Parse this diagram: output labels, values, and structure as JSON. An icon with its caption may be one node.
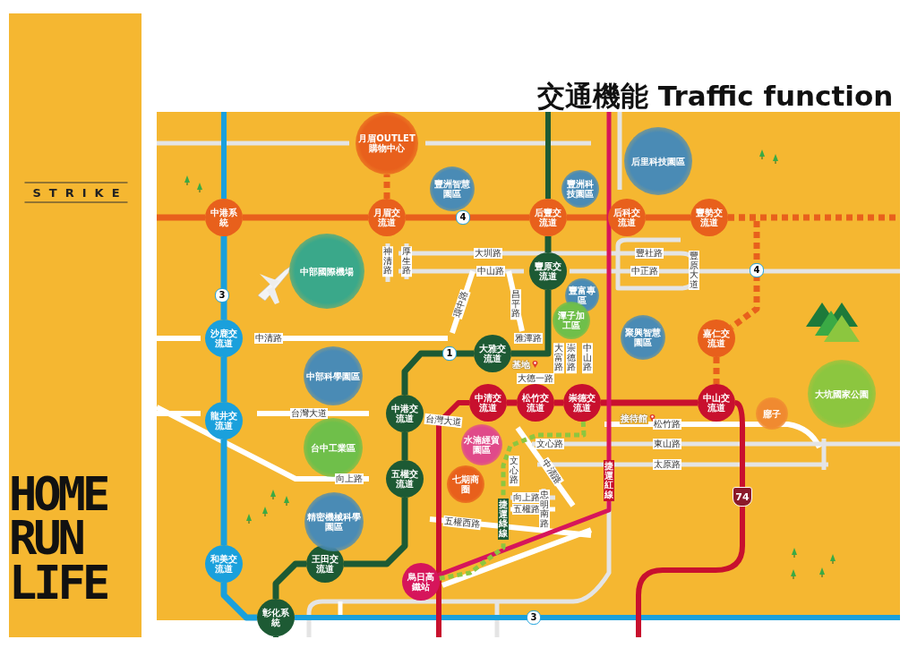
{
  "diagram": {
    "title": "交通機能 Traffic function",
    "nodes": [
      {
        "text": [
          "中港系統"
        ]
      },
      {
        "text": [
          "月眉交流道"
        ]
      },
      {
        "text": [
          "后豐交流道"
        ]
      },
      {
        "text": [
          "后科交流道"
        ]
      },
      {
        "text": [
          "豐勢交流道"
        ]
      },
      {
        "text": [
          "嘉仁交流道"
        ]
      },
      {
        "text": [
          "豐原交流道"
        ]
      },
      {
        "text": [
          "大雅交流道"
        ]
      },
      {
        "text": [
          "中港交流道"
        ]
      },
      {
        "text": [
          "五權交流道"
        ]
      },
      {
        "text": [
          "王田交流道"
        ]
      },
      {
        "text": [
          "彰化系統"
        ]
      },
      {
        "text": [
          "沙鹿交流道"
        ]
      },
      {
        "text": [
          "龍井交流道"
        ]
      },
      {
        "text": [
          "和美交流道"
        ]
      },
      {
        "text": [
          "中清交流道"
        ]
      },
      {
        "text": [
          "松竹交流道"
        ]
      },
      {
        "text": [
          "崇德交流道"
        ]
      },
      {
        "text": [
          "中山交流道"
        ]
      },
      {
        "text": [
          "烏日高鐵站"
        ]
      },
      {
        "text": [
          "月眉OUTLET購物中心"
        ]
      },
      {
        "text": [
          "豐洲智慧園區"
        ]
      },
      {
        "text": [
          "豐洲科技園區"
        ]
      },
      {
        "text": [
          "后里科技園區"
        ]
      },
      {
        "text": [
          "中部國際機場"
        ]
      },
      {
        "text": [
          "豐富專區"
        ]
      },
      {
        "text": [
          "潭子加工區"
        ]
      },
      {
        "text": [
          "聚興智慧園區"
        ]
      },
      {
        "text": [
          "中部科學園區"
        ]
      },
      {
        "text": [
          "台中工業區"
        ]
      },
      {
        "text": [
          "精密機械科學園區"
        ]
      },
      {
        "text": [
          "水湳經貿園區"
        ]
      },
      {
        "text": [
          "七期商圈"
        ]
      },
      {
        "text": [
          "廍子"
        ]
      },
      {
        "text": [
          "大坑國家公園"
        ]
      }
    ],
    "edges": [
      {
        "from": 0,
        "to": 1,
        "arrow": "none",
        "color": "#e8601c"
      },
      {
        "from": 1,
        "to": 2,
        "arrow": "none",
        "color": "#e8601c"
      },
      {
        "from": 2,
        "to": 3,
        "arrow": "none",
        "color": "#e8601c"
      },
      {
        "from": 3,
        "to": 4,
        "arrow": "none",
        "color": "#e8601c"
      },
      {
        "from": 4,
        "to": 5,
        "arrow": "none",
        "style": "dashed",
        "color": "#e8601c"
      },
      {
        "from": 5,
        "to": 18,
        "arrow": "none",
        "style": "dashed",
        "color": "#e8601c"
      },
      {
        "from": 1,
        "to": 20,
        "arrow": "none",
        "style": "dashed",
        "color": "#e8601c"
      },
      {
        "from": 0,
        "to": 12,
        "arrow": "none",
        "color": "#1aa0dc"
      },
      {
        "from": 12,
        "to": 13,
        "arrow": "none",
        "color": "#1aa0dc"
      },
      {
        "from": 13,
        "to": 14,
        "arrow": "none",
        "color": "#1aa0dc"
      },
      {
        "from": 14,
        "to": 11,
        "arrow": "none",
        "color": "#1aa0dc"
      },
      {
        "from": 2,
        "to": 6,
        "arrow": "none",
        "color": "#1d5a34"
      },
      {
        "from": 6,
        "to": 7,
        "arrow": "none",
        "color": "#1d5a34"
      },
      {
        "from": 7,
        "to": 8,
        "arrow": "none",
        "color": "#1d5a34"
      },
      {
        "from": 8,
        "to": 9,
        "arrow": "none",
        "color": "#1d5a34"
      },
      {
        "from": 9,
        "to": 10,
        "arrow": "none",
        "color": "#1d5a34"
      },
      {
        "from": 10,
        "to": 11,
        "arrow": "none",
        "color": "#1d5a34"
      },
      {
        "from": 15,
        "to": 16,
        "arrow": "none",
        "color": "#c8102e"
      },
      {
        "from": 16,
        "to": 17,
        "arrow": "none",
        "color": "#c8102e"
      },
      {
        "from": 17,
        "to": 18,
        "arrow": "none",
        "color": "#c8102e"
      },
      {
        "from": null,
        "to": 19,
        "arrow": "none",
        "color": "#d6155b"
      },
      {
        "from": 17,
        "to": 19,
        "arrow": "none",
        "style": "dashed",
        "color": "#8dc63f"
      }
    ],
    "labels": [
      "STRIKE",
      "HOME RUN LIFE",
      "3",
      "4",
      "大圳路",
      "中山路",
      "神清路",
      "厚生路",
      "豐社路",
      "中正路",
      "豐原大道",
      "4",
      "環中路",
      "昌平路",
      "中清路",
      "雅潭路",
      "1",
      "基地",
      "大富路",
      "崇德路",
      "中山路",
      "大德一路",
      "台灣大道",
      "接待館",
      "中清路",
      "台灣大道",
      "松竹路",
      "文心路",
      "東山路",
      "太原路",
      "向上路",
      "文心路",
      "捷運綠線",
      "向上路",
      "五權西路",
      "捷運紅線",
      "五權路",
      "忠明南路",
      "74",
      "3"
    ]
  }
}
